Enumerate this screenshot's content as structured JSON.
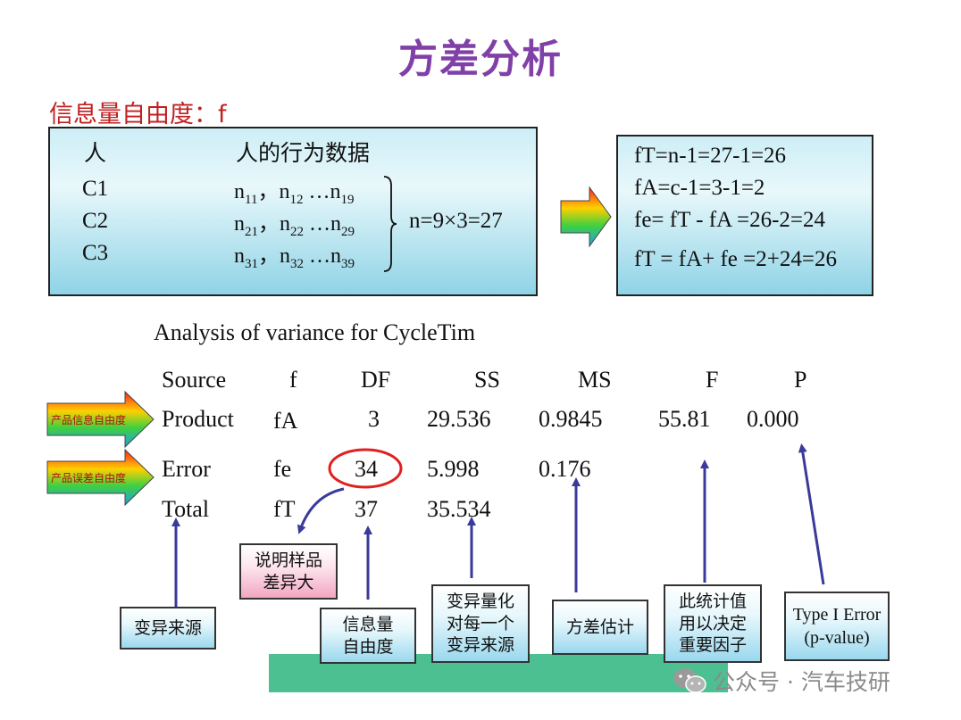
{
  "title": "方差分析",
  "subtitle": "信息量自由度：f",
  "data_box": {
    "header_person": "人",
    "header_data": "人的行为数据",
    "rows": [
      {
        "label": "C1",
        "n1": "n",
        "s1": "11",
        "sep": "，",
        "n2": "n",
        "s2": "12",
        "dots": " …",
        "n3": "n",
        "s3": "19"
      },
      {
        "label": "C2",
        "n1": "n",
        "s1": "21",
        "sep": "，",
        "n2": "n",
        "s2": "22",
        "dots": " …",
        "n3": "n",
        "s3": "29"
      },
      {
        "label": "C3",
        "n1": "n",
        "s1": "31",
        "sep": "，",
        "n2": "n",
        "s2": "32",
        "dots": " …",
        "n3": "n",
        "s3": "39"
      }
    ],
    "total": "n=9×3=27"
  },
  "formula_box": {
    "lines": [
      "fT=n-1=27-1=26",
      "fA=c-1=3-1=2",
      "fe= fT - fA =26-2=24",
      "fT = fA+ fe =2+24=26"
    ]
  },
  "anova": {
    "caption": "Analysis of variance for CycleTim",
    "headers": {
      "source": "Source",
      "f": "f",
      "df": "DF",
      "ss": "SS",
      "ms": "MS",
      "F": "F",
      "p": "P"
    },
    "product": {
      "source": "Product",
      "f": "fA",
      "df": "3",
      "ss": "29.536",
      "ms": "0.9845",
      "F": "55.81",
      "p": "0.000"
    },
    "error": {
      "source": "Error",
      "f": "fe",
      "df": "34",
      "ss": "5.998",
      "ms": "0.176"
    },
    "total": {
      "source": "Total",
      "f": "fT",
      "df": "37",
      "ss": "35.534"
    }
  },
  "side_arrows": {
    "product": "产品信息自由度",
    "error": "产品误差自由度"
  },
  "callouts": {
    "variation_source": "变异来源",
    "sample_diff": [
      "说明样品",
      "差异大"
    ],
    "info_df": [
      "信息量",
      "自由度"
    ],
    "ss_quant": [
      "变异量化",
      "对每一个",
      "变异来源"
    ],
    "variance_est": "方差估计",
    "stat_value": [
      "此统计值",
      "用以决定",
      "重要因子"
    ],
    "type_error": [
      "Type I Error",
      "(p-value)"
    ]
  },
  "watermark": "公众号 · 汽车技研",
  "colors": {
    "title": "#8040a8",
    "subtitle": "#c02020",
    "panel": "#8fd3e6",
    "arrow_line": "#3a3a9a",
    "highlight_ring": "#e02020",
    "green_bar": "#4cc090"
  }
}
